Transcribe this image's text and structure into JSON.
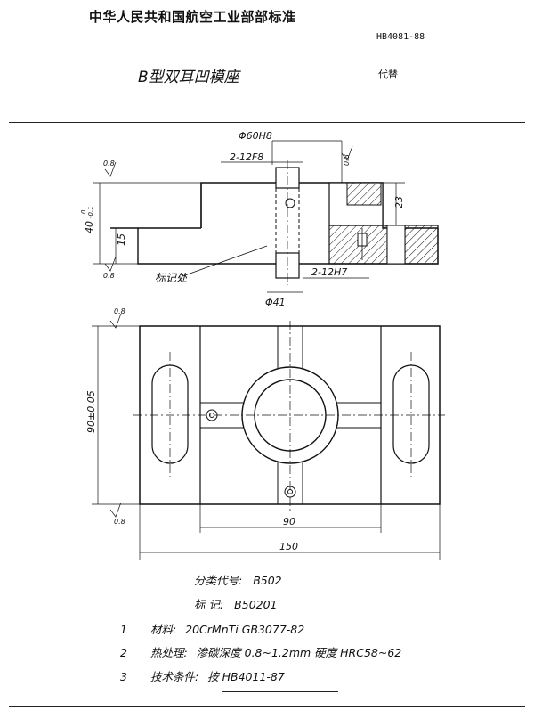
{
  "header": {
    "org_title": "中华人民共和国航空工业部部标准",
    "standard_no": "HB4081-88",
    "doc_title": "B型双耳凹模座",
    "replaces": "代替"
  },
  "drawing": {
    "dim_phi60": "Φ60H8",
    "dim_2_12f8": "2-12F8",
    "dim_40": "40",
    "dim_40_tol_upper": "0",
    "dim_40_tol_lower": "-0.1",
    "dim_15": "15",
    "dim_23": "23",
    "surf_08_a": "0.8",
    "surf_08_b": "0.8",
    "surf_08_c": "0.8",
    "surf_08_d": "0.8",
    "surf_08_e": "0.8",
    "marking_label": "标记处",
    "dim_2_12h7": "2-12H7",
    "dim_phi41": "Φ41",
    "dim_90_05": "90±0.05",
    "dim_90": "90",
    "dim_150": "150"
  },
  "notes": {
    "class_code_label": "分类代号",
    "class_code_value": "B502",
    "mark_label": "标    记",
    "mark_value": "B50201",
    "items": [
      {
        "no": "1",
        "label": "材料",
        "text": "20CrMnTi    GB3077-82"
      },
      {
        "no": "2",
        "label": "热处理",
        "text": "渗碳深度 0.8~1.2mm  硬度 HRC58~62"
      },
      {
        "no": "3",
        "label": "技术条件",
        "text": "按 HB4011-87"
      }
    ]
  }
}
